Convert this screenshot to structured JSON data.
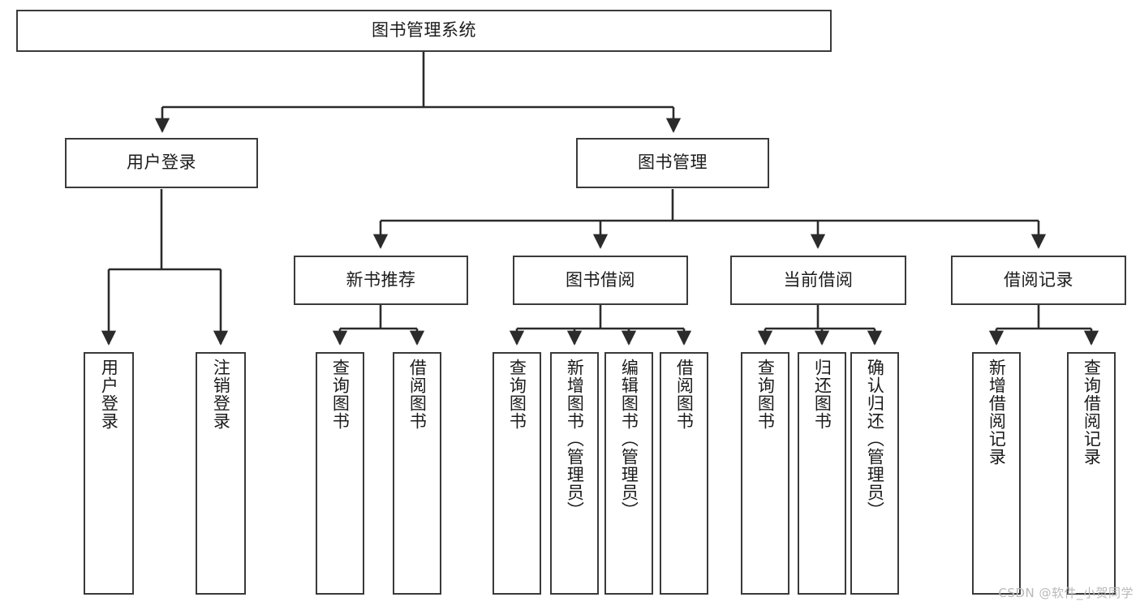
{
  "diagram": {
    "title": "图书管理系统",
    "watermark": "CSDN @软件_小贺同学",
    "colors": {
      "border": "#3a3a3a",
      "background": "#ffffff",
      "text": "#1b1b1b",
      "edge": "#2b2b2b",
      "watermark": "#b9b9b9"
    },
    "root": {
      "label": "图书管理系统"
    },
    "level1": [
      {
        "label": "用户登录"
      },
      {
        "label": "图书管理"
      }
    ],
    "level2": [
      {
        "label": "新书推荐"
      },
      {
        "label": "图书借阅"
      },
      {
        "label": "当前借阅"
      },
      {
        "label": "借阅记录"
      }
    ],
    "leaves": {
      "user_login": [
        {
          "label": "用户登录"
        },
        {
          "label": "注销登录"
        }
      ],
      "new_book_recommend": [
        {
          "label": "查询图书"
        },
        {
          "label": "借阅图书"
        }
      ],
      "book_borrow": [
        {
          "label": "查询图书"
        },
        {
          "label": "新增图书（管理员）"
        },
        {
          "label": "编辑图书（管理员）"
        },
        {
          "label": "借阅图书"
        }
      ],
      "current_borrow": [
        {
          "label": "查询图书"
        },
        {
          "label": "归还图书"
        },
        {
          "label": "确认归还（管理员）"
        }
      ],
      "borrow_record": [
        {
          "label": "新增借阅记录"
        },
        {
          "label": "查询借阅记录"
        }
      ]
    }
  }
}
